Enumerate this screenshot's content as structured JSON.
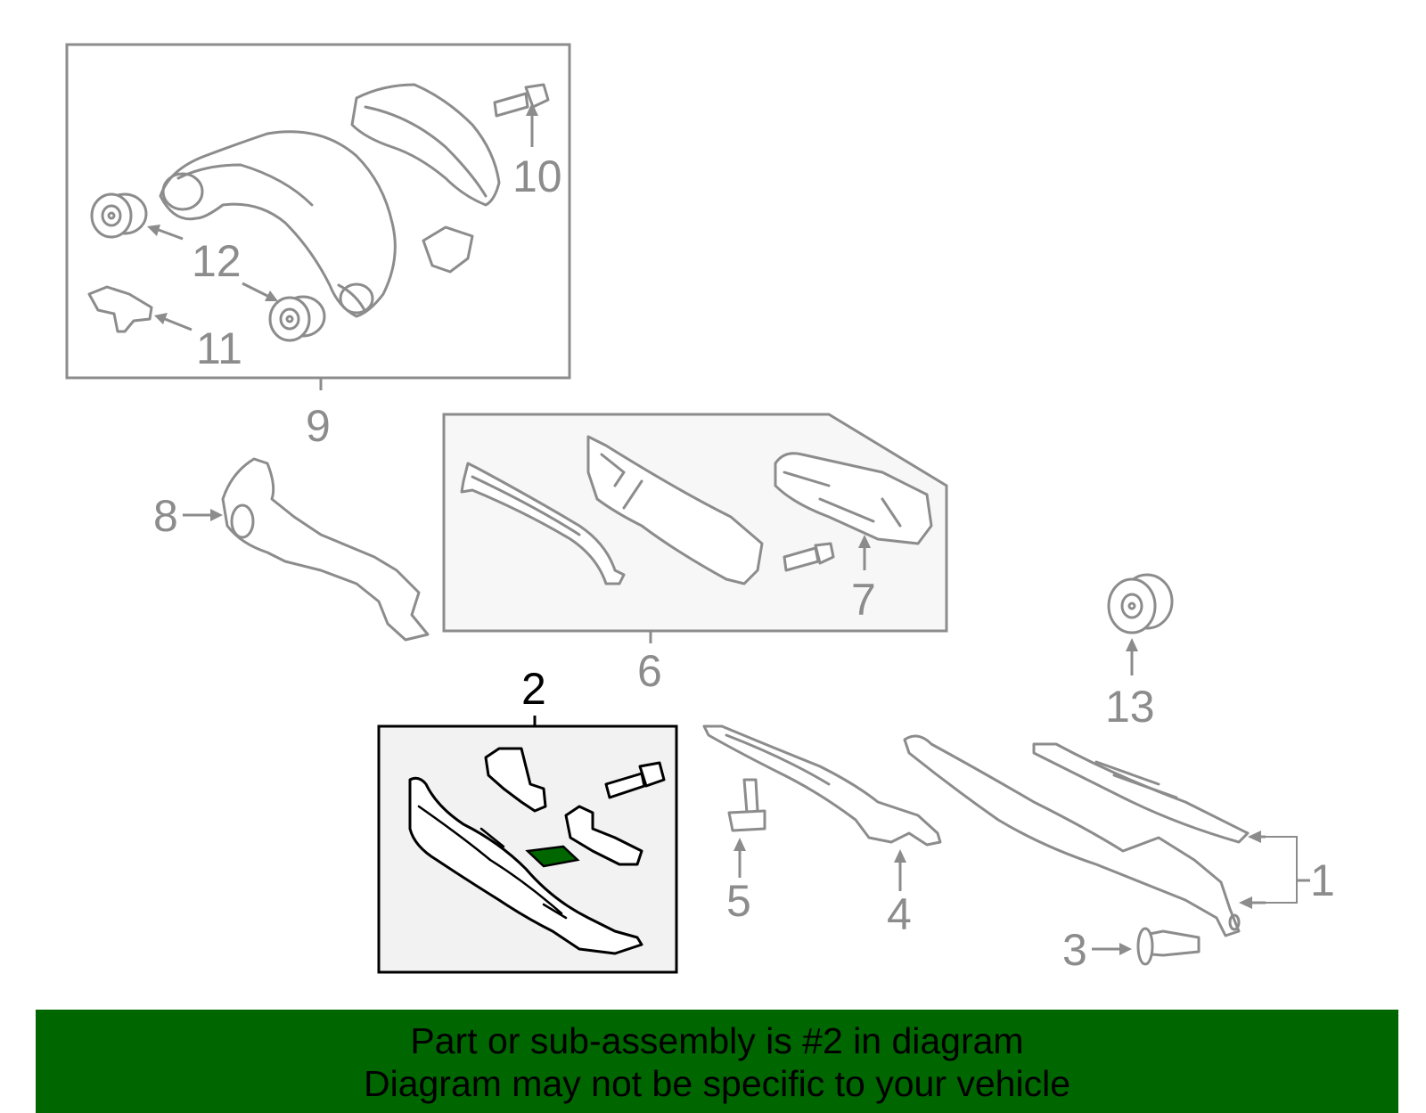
{
  "diagram": {
    "highlight_color": "#006600",
    "callouts": {
      "c1": "1",
      "c2": "2",
      "c3": "3",
      "c4": "4",
      "c5": "5",
      "c6": "6",
      "c7": "7",
      "c8": "8",
      "c9": "9",
      "c10": "10",
      "c11": "11",
      "c12": "12",
      "c13": "13"
    },
    "highlighted_callout": "2"
  },
  "banner": {
    "line1": "Part or sub-assembly is #2 in diagram",
    "line2": "Diagram may not be specific to your vehicle",
    "background": "#006600"
  }
}
